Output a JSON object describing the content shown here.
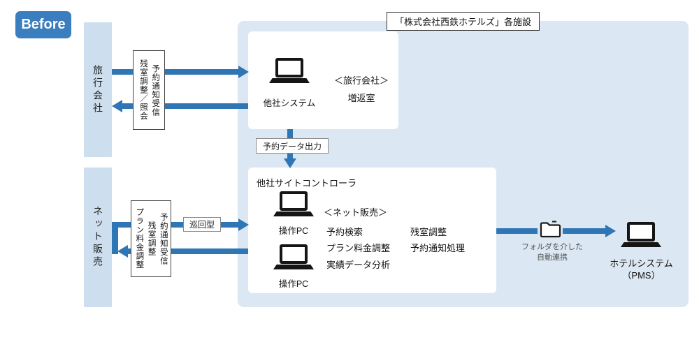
{
  "colors": {
    "accent_blue": "#2f76b5",
    "badge_blue": "#3a7ec0",
    "panel_blue": "#dbe7f2",
    "bar_blue": "#cddfee"
  },
  "badge": {
    "label": "Before"
  },
  "sidebars": {
    "travel": "旅行会社",
    "net": "ネット販売"
  },
  "facility": {
    "title": "「株式会社西鉄ホテルズ」各施設"
  },
  "travel_flow": {
    "columns": [
      "残室調整／照会",
      "予約通知受信"
    ]
  },
  "net_flow": {
    "columns": [
      "プラン料金調整",
      "残室調整",
      "予約通知受信"
    ],
    "loop_label": "巡回型"
  },
  "other_system_box": {
    "device_label": "他社システム",
    "caption_line1": "＜旅行会社＞",
    "caption_line2": "増返室"
  },
  "reservation_output_label": "予約データ出力",
  "site_controller_box": {
    "title": "他社サイトコントローラ",
    "pc1_label": "操作PC",
    "pc2_label": "操作PC",
    "caption": "＜ネット販売＞",
    "functions_left": [
      "予約検索",
      "プラン料金調整",
      "実績データ分析"
    ],
    "functions_right": [
      "残室調整",
      "予約通知処理"
    ]
  },
  "pms_link": {
    "caption_line1": "フォルダを介した",
    "caption_line2": "自動連携"
  },
  "pms": {
    "label_line1": "ホテルシステム",
    "label_line2": "（PMS）"
  },
  "icons": {
    "device": "laptop-icon",
    "folder": "folder-icon"
  }
}
